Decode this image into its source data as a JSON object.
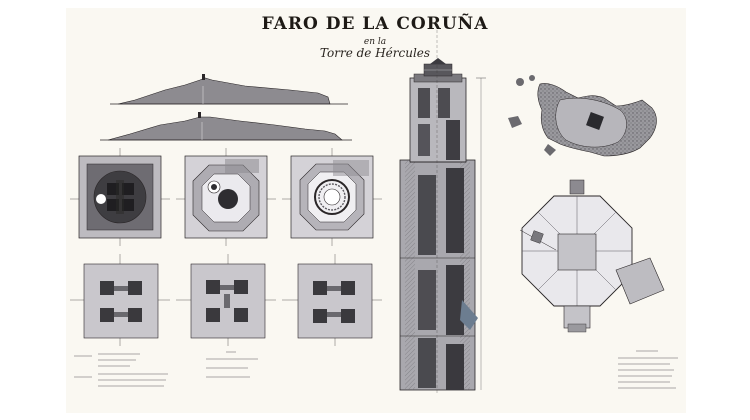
{
  "sheet": {
    "title": "FARO DE LA CORUÑA",
    "subtitle_small": "en la",
    "subtitle": "Torre de Hércules"
  },
  "colors": {
    "paper": "#faf8f2",
    "ink": "#1e1a16",
    "wash_dark": "#4b4a4d",
    "wash_mid": "#8c8a90",
    "wash_light": "#cfcdd2",
    "section_blue": "#5a6a86"
  }
}
